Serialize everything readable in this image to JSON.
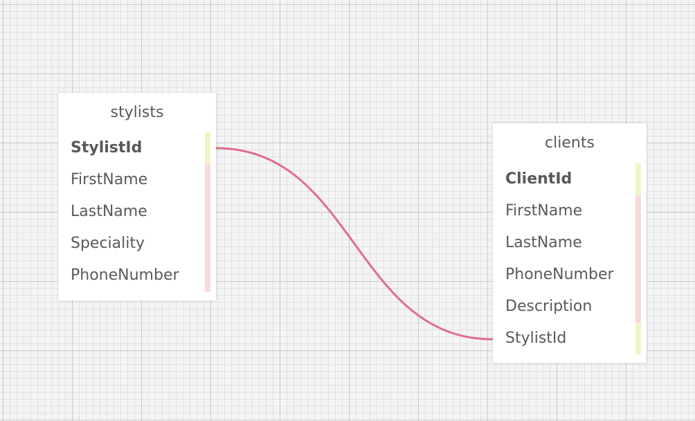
{
  "diagram": {
    "relation_color": "#e06c8c",
    "tables": [
      {
        "id": "stylists",
        "name": "stylists",
        "fields": [
          {
            "name": "StylistId",
            "key": "pk"
          },
          {
            "name": "FirstName",
            "key": ""
          },
          {
            "name": "LastName",
            "key": ""
          },
          {
            "name": "Speciality",
            "key": ""
          },
          {
            "name": "PhoneNumber",
            "key": ""
          }
        ]
      },
      {
        "id": "clients",
        "name": "clients",
        "fields": [
          {
            "name": "ClientId",
            "key": "pk"
          },
          {
            "name": "FirstName",
            "key": ""
          },
          {
            "name": "LastName",
            "key": ""
          },
          {
            "name": "PhoneNumber",
            "key": ""
          },
          {
            "name": "Description",
            "key": ""
          },
          {
            "name": "StylistId",
            "key": "fk"
          }
        ]
      }
    ],
    "relations": [
      {
        "from_table": "stylists",
        "from_field": "StylistId",
        "to_table": "clients",
        "to_field": "StylistId"
      }
    ]
  }
}
